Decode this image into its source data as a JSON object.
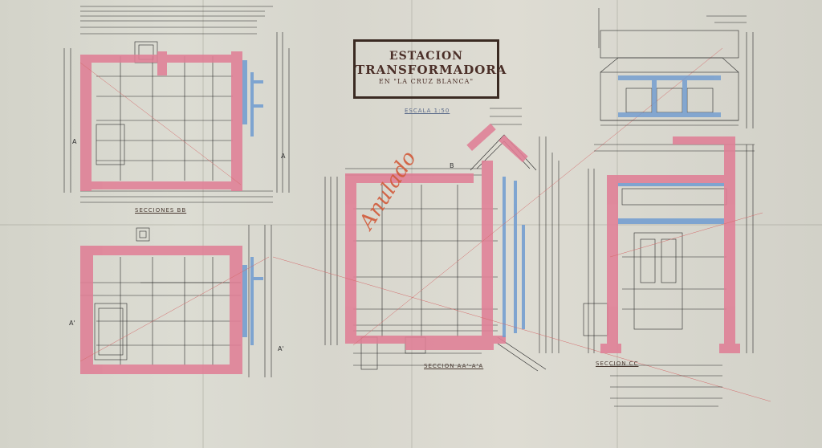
{
  "title": {
    "line1": "ESTACION",
    "line2": "TRANSFORMADORA",
    "line3": "EN \"LA CRUZ BLANCA\""
  },
  "scale_label": "ESCALA 1:50",
  "section_labels": {
    "bb": "SECCIONES BB",
    "aa": "SECCION AA'-A'A",
    "cc": "SECCION CC"
  },
  "annotation": "Anulado",
  "cut_marks": {
    "a_left": "A",
    "a_right": "A",
    "a2_left": "A'",
    "a2_right": "A'",
    "b": "B"
  },
  "colors": {
    "wall": "#e07f96",
    "steel": "#6f9bd0",
    "ink": "#2a2a2a",
    "pencil": "#d46a6a",
    "paper": "#d9d8cf"
  }
}
